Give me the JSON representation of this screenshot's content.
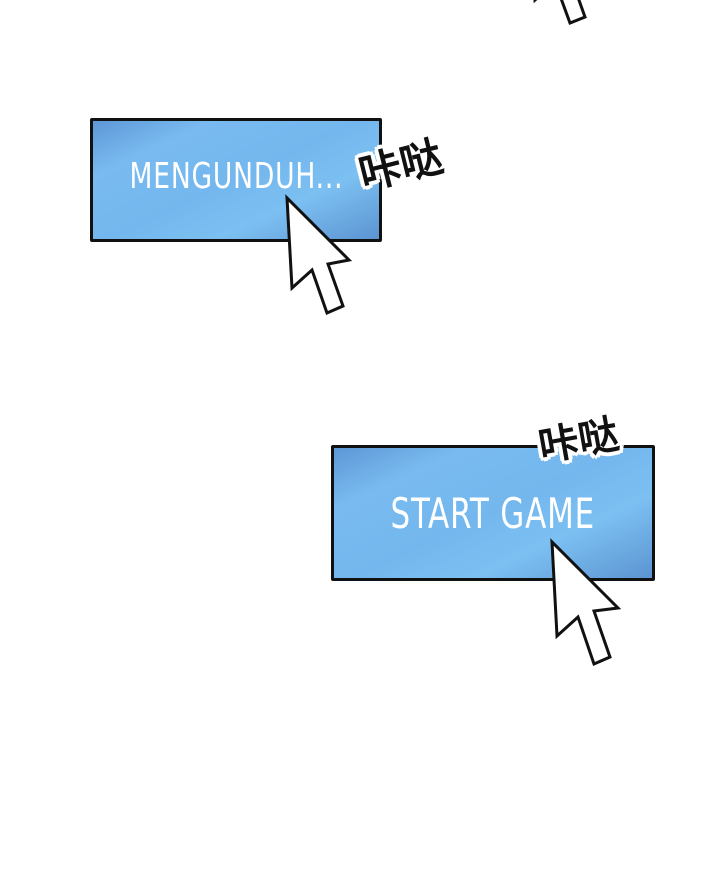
{
  "panel_top": {
    "cursor_icon": "arrow-cursor-icon"
  },
  "download_button": {
    "label": "MENGUNDUH...",
    "sound_effect": "咔哒",
    "cursor_icon": "arrow-cursor-icon"
  },
  "start_button": {
    "label": "START GAME",
    "sound_effect": "咔哒",
    "cursor_icon": "arrow-cursor-icon"
  },
  "colors": {
    "button_blue": "#73b7ee",
    "button_blue_dark": "#5c94d2",
    "border": "#111111",
    "text": "#ffffff"
  }
}
